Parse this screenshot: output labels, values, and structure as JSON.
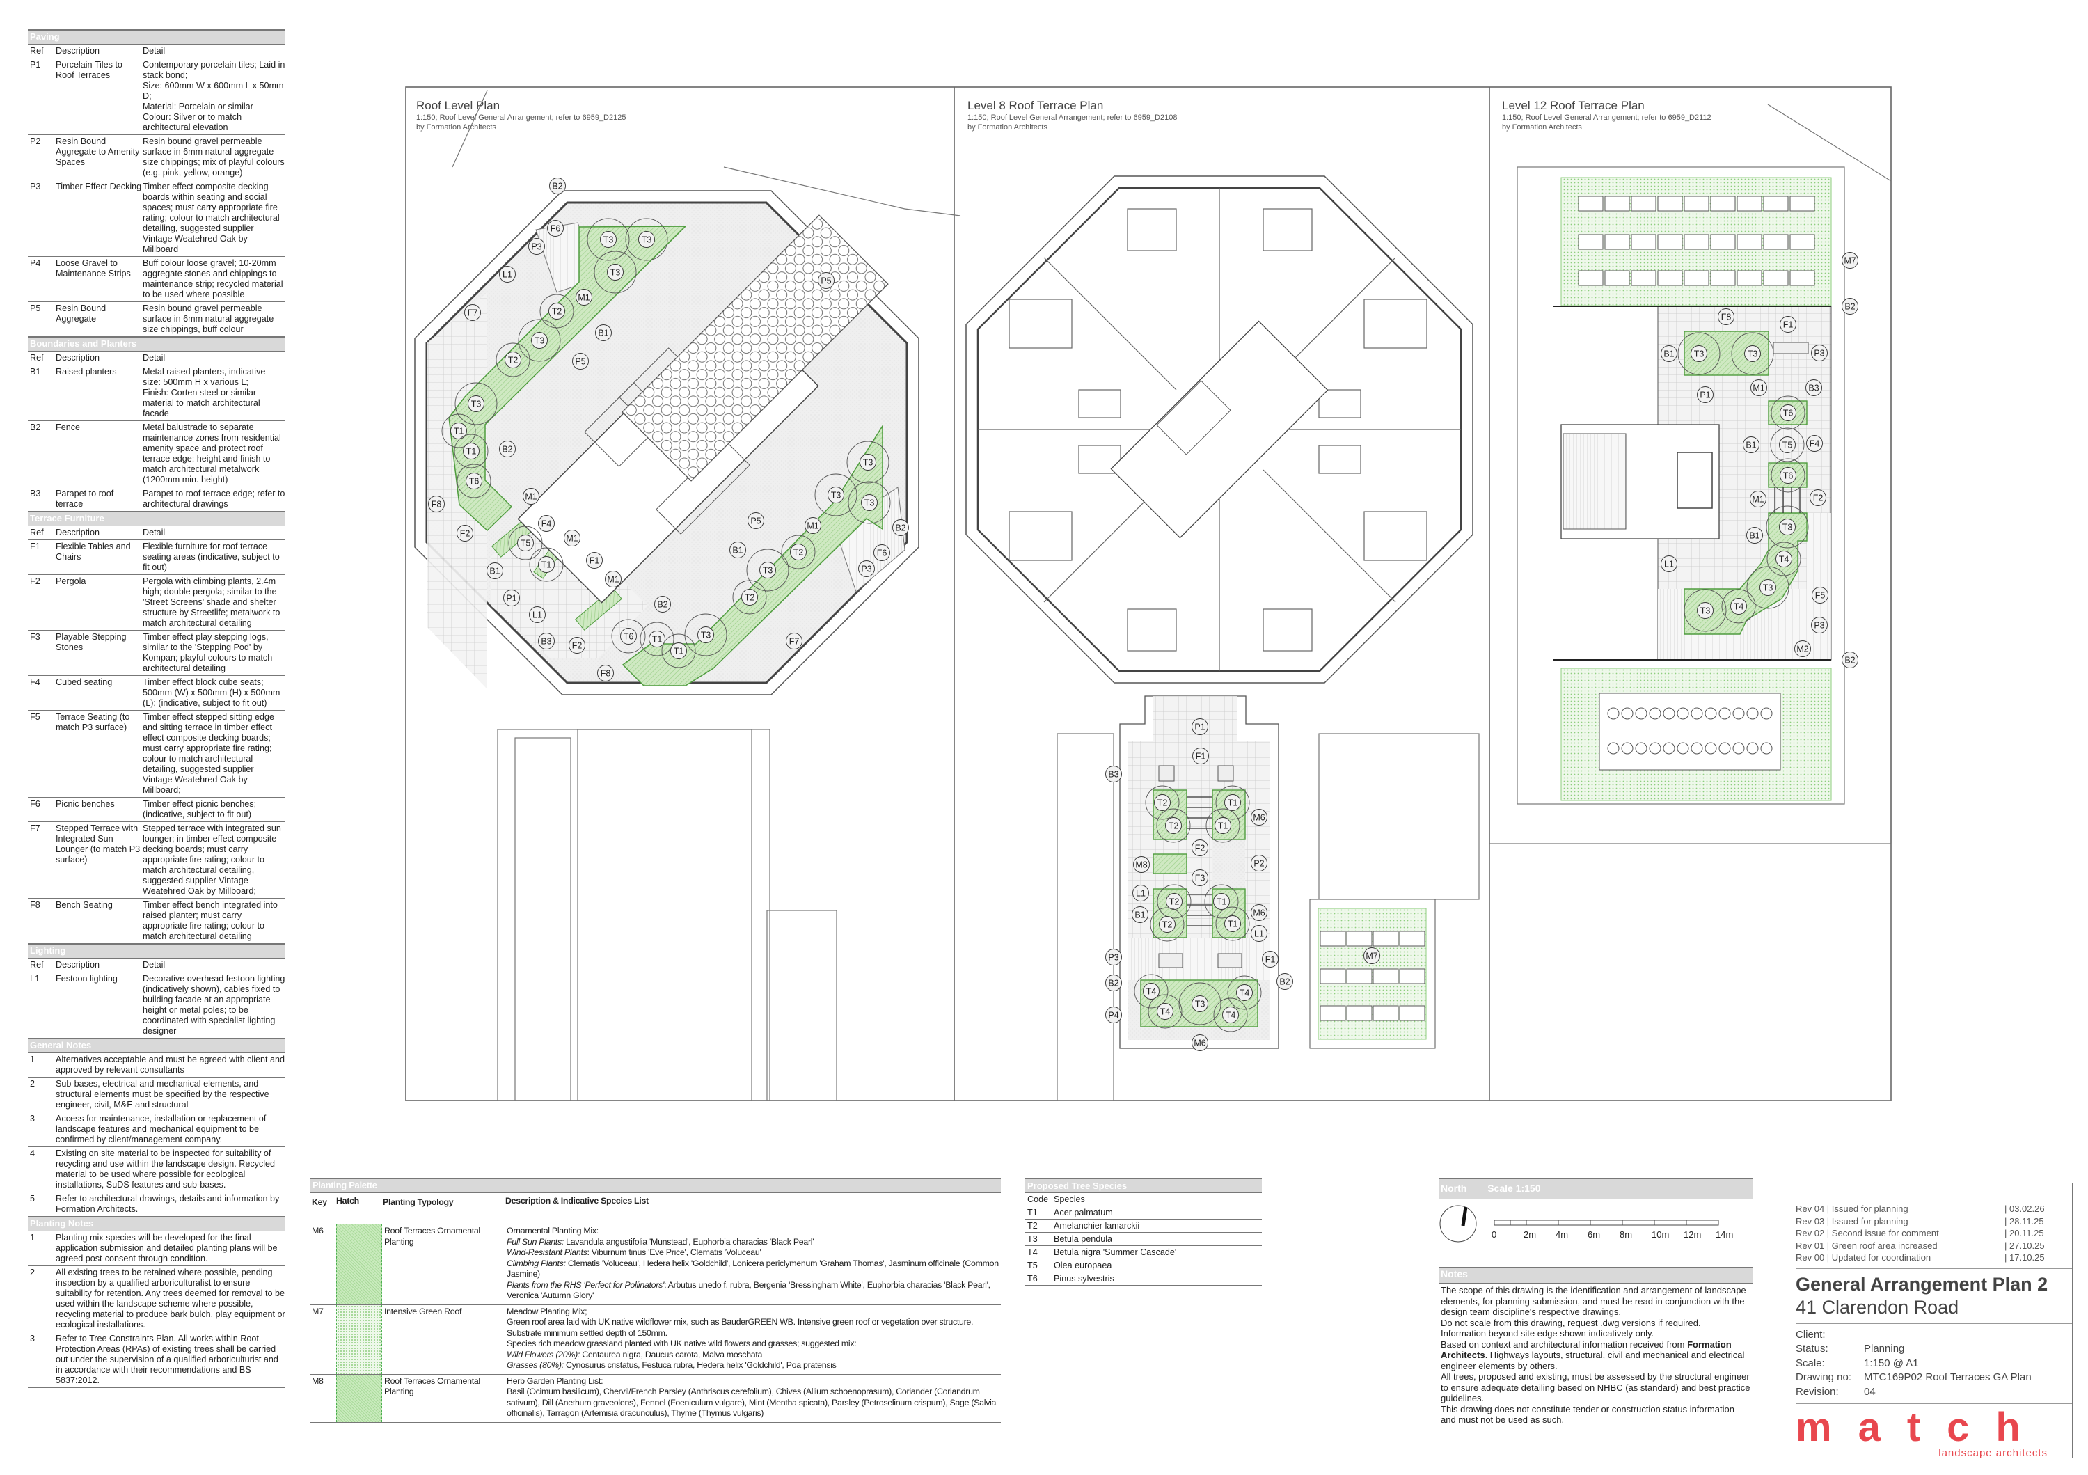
{
  "legend": {
    "sections": [
      {
        "title": "Paving",
        "headers": [
          "Ref",
          "Description",
          "Detail"
        ],
        "rows": [
          {
            "ref": "P1",
            "desc": "Porcelain Tiles to Roof Terraces",
            "detail": "Contemporary porcelain tiles; Laid in stack bond;\nSize: 600mm W x 600mm L x 50mm D;\nMaterial: Porcelain or similar\nColour: Silver or to match architectural elevation"
          },
          {
            "ref": "P2",
            "desc": "Resin Bound Aggregate to Amenity Spaces",
            "detail": "Resin bound gravel permeable surface in 6mm natural aggregate size chippings; mix of playful colours (e.g. pink, yellow, orange)"
          },
          {
            "ref": "P3",
            "desc": "Timber Effect Decking",
            "detail": "Timber effect composite decking boards within seating and social spaces; must carry appropriate fire rating; colour to match architectural detailing, suggested supplier Vintage Weatehred Oak by Millboard"
          },
          {
            "ref": "P4",
            "desc": "Loose Gravel to Maintenance Strips",
            "detail": "Buff colour loose gravel; 10-20mm aggregate stones and chippings to maintenance strip; recycled material to be used where possible"
          },
          {
            "ref": "P5",
            "desc": "Resin Bound Aggregate",
            "detail": "Resin bound gravel permeable surface in 6mm natural aggregate size chippings, buff colour"
          }
        ]
      },
      {
        "title": "Boundaries and Planters",
        "headers": [
          "Ref",
          "Description",
          "Detail"
        ],
        "rows": [
          {
            "ref": "B1",
            "desc": "Raised planters",
            "detail": "Metal raised planters, indicative size: 500mm H x various L;\nFinish: Corten steel or similar material to match architectural facade"
          },
          {
            "ref": "B2",
            "desc": "Fence",
            "detail": "Metal balustrade to separate maintenance zones from residential amenity space and protect roof terrace edge; height and finish to match architectural metalwork (1200mm min. height)"
          },
          {
            "ref": "B3",
            "desc": "Parapet to roof terrace",
            "detail": "Parapet to roof terrace edge; refer to architectural drawings"
          }
        ]
      },
      {
        "title": "Terrace Furniture",
        "headers": [
          "Ref",
          "Description",
          "Detail"
        ],
        "rows": [
          {
            "ref": "F1",
            "desc": "Flexible Tables and Chairs",
            "detail": "Flexible furniture for roof terrace seating areas (indicative, subject to fit out)"
          },
          {
            "ref": "F2",
            "desc": "Pergola",
            "detail": "Pergola with climbing plants, 2.4m high; double pergola; similar to the 'Street Screens' shade and shelter structure by Streetlife; metalwork to match architectural detailing"
          },
          {
            "ref": "F3",
            "desc": "Playable Stepping Stones",
            "detail": "Timber effect play stepping logs, similar to the 'Stepping Pod' by Kompan; playful colours to match architectural detailing"
          },
          {
            "ref": "F4",
            "desc": "Cubed seating",
            "detail": "Timber effect block cube seats; 500mm (W) x 500mm (H) x 500mm (L); (indicative, subject to fit out)"
          },
          {
            "ref": "F5",
            "desc": "Terrace Seating (to match P3 surface)",
            "detail": "Timber effect stepped sitting edge and sitting terrace in timber effect effect composite decking boards; must carry appropriate fire rating; colour to match architectural detailing, suggested supplier Vintage Weatehred Oak by Millboard;"
          },
          {
            "ref": "F6",
            "desc": "Picnic benches",
            "detail": "Timber effect picnic benches; (indicative, subject to fit out)"
          },
          {
            "ref": "F7",
            "desc": "Stepped Terrace with Integrated Sun Lounger (to match P3 surface)",
            "detail": "Stepped terrace with integrated sun lounger; in timber effect composite decking boards; must carry appropriate fire rating; colour to match architectural detailing, suggested supplier Vintage Weatehred Oak by Millboard;"
          },
          {
            "ref": "F8",
            "desc": "Bench Seating",
            "detail": "Timber effect bench integrated into raised planter;  must carry appropriate fire rating; colour to match architectural detailing"
          }
        ]
      },
      {
        "title": "Lighting",
        "headers": [
          "Ref",
          "Description",
          "Detail"
        ],
        "rows": [
          {
            "ref": "L1",
            "desc": "Festoon lighting",
            "detail": "Decorative overhead festoon lighting (indicatively shown), cables fixed to building facade at an appropriate height or metal poles; to be coordinated with specialist lighting designer"
          }
        ]
      },
      {
        "title": "General Notes",
        "notes": [
          {
            "ref": "1",
            "text": "Alternatives acceptable and must be agreed with client and approved by relevant consultants"
          },
          {
            "ref": "2",
            "text": "Sub-bases, electrical and mechanical elements, and structural elements must be specified by the respective engineer, civil, M&E and structural"
          },
          {
            "ref": "3",
            "text": "Access for maintenance, installation or replacement of landscape features and mechanical equipment to be confirmed by client/management company."
          },
          {
            "ref": "4",
            "text": "Existing on site material to be inspected for suitability of recycling and use within the landscape design. Recycled material to be used where possible for ecological installations, SuDS features and sub-bases."
          },
          {
            "ref": "5",
            "text": "Refer to architectural drawings, details and information by Formation Architects."
          }
        ]
      },
      {
        "title": "Planting Notes",
        "notes": [
          {
            "ref": "1",
            "text": "Planting mix species will be developed for the final application submission and detailed planting plans will be agreed post-consent through condition."
          },
          {
            "ref": "2",
            "text": "All existing trees to be retained where possible, pending inspection by a qualified arboriculturalist to ensure suitability for retention. Any trees deemed for removal to be  used within the landscape scheme where possible, recycling material to produce bark bulch, play equipment or ecological installations."
          },
          {
            "ref": "3",
            "text": "Refer to Tree Constraints Plan. All works within Root Protection Areas (RPAs) of existing trees shall be carried out under the supervision of a qualified arboriculturist and in accordance with their recommendations and BS 5837:2012."
          }
        ]
      }
    ]
  },
  "plans": [
    {
      "title": "Roof Level Plan",
      "subtitle": "1:150; Roof Level General Arrangement; refer to 6959_D2125",
      "credit": "by Formation Architects",
      "callouts": [
        "B2",
        "F6",
        "P3",
        "T3",
        "T3",
        "T3",
        "L1",
        "M1",
        "T2",
        "F7",
        "B1",
        "T3",
        "T2",
        "P5",
        "P5",
        "T3",
        "T1",
        "B2",
        "T1",
        "T6",
        "F8",
        "M1",
        "F2",
        "F4",
        "T5",
        "M1",
        "B1",
        "T1",
        "F1",
        "M1",
        "P1",
        "L1",
        "B2",
        "B3",
        "F2",
        "T6",
        "T1",
        "T1",
        "T3",
        "F8",
        "F7",
        "P5",
        "M1",
        "B1",
        "T2",
        "T3",
        "T2",
        "T3",
        "T3",
        "T3",
        "B2",
        "F6",
        "P3"
      ]
    },
    {
      "title": "Level 8 Roof Terrace Plan",
      "subtitle": "1:150; Roof Level General Arrangement; refer to 6959_D2108",
      "credit": "by Formation Architects",
      "callouts": [
        "P1",
        "F1",
        "B3",
        "T2",
        "T1",
        "M6",
        "T2",
        "T1",
        "F2",
        "M8",
        "P2",
        "F3",
        "L1",
        "T2",
        "T1",
        "B1",
        "M6",
        "T2",
        "T1",
        "L1",
        "P3",
        "F1",
        "B2",
        "B2",
        "T4",
        "T4",
        "T3",
        "T4",
        "T4",
        "P4",
        "M6",
        "M7"
      ]
    },
    {
      "title": "Level 12 Roof Terrace Plan",
      "subtitle": "1:150; Roof Level General Arrangement; refer to 6959_D2112",
      "credit": "by Formation Architects",
      "callouts": [
        "M7",
        "B2",
        "F8",
        "F1",
        "B1",
        "T3",
        "T3",
        "P3",
        "M1",
        "B3",
        "P1",
        "T6",
        "B1",
        "T5",
        "F4",
        "T6",
        "M1",
        "F2",
        "T3",
        "B1",
        "T4",
        "L1",
        "T3",
        "F5",
        "T4",
        "T3",
        "P3",
        "M2",
        "B2"
      ]
    }
  ],
  "palette": {
    "title": "Planting Palette",
    "headers": [
      "Key",
      "Hatch",
      "Planting Typology",
      "Description & Indicative Species List"
    ],
    "rows": [
      {
        "key": "M6",
        "typology": "Roof Terraces Ornamental Planting",
        "hatch": "diagonal",
        "lines": [
          {
            "em": "",
            "text": "Ornamental Planting Mix:"
          },
          {
            "em": "Full Sun Plants:",
            "text": " Lavandula angustifolia 'Munstead', Euphorbia characias 'Black Pearl'"
          },
          {
            "em": "Wind-Resistant Plants",
            "text": ": Viburnum tinus 'Eve Price', Clematis 'Voluceau'"
          },
          {
            "em": "Climbing Plants:",
            "text": " Clematis 'Voluceau', Hedera helix 'Goldchild', Lonicera periclymenum 'Graham Thomas', Jasminum officinale (Common Jasmine)"
          },
          {
            "em": "Plants from the RHS 'Perfect for Pollinators'",
            "text": ": Arbutus unedo f. rubra, Bergenia 'Bressingham White', Euphorbia characias 'Black Pearl', Veronica 'Autumn Glory'"
          }
        ]
      },
      {
        "key": "M7",
        "typology": "Intensive Green Roof",
        "hatch": "dots",
        "lines": [
          {
            "em": "",
            "text": "Meadow Planting Mix;"
          },
          {
            "em": "",
            "text": "Green roof area laid with UK native wildflower mix, such as BauderGREEN WB. Intensive green roof or vegetation over structure.  Substrate minimum settled depth of 150mm."
          },
          {
            "em": "",
            "text": "Species rich meadow grassland planted with UK native wild flowers and grasses; suggested mix:"
          },
          {
            "em": "Wild Flowers (20%):",
            "text": " Centaurea nigra, Daucus carota, Malva moschata"
          },
          {
            "em": "Grasses (80%):",
            "text": " Cynosurus cristatus, Festuca rubra, Hedera helix 'Goldchild', Poa pratensis"
          }
        ]
      },
      {
        "key": "M8",
        "typology": "Roof Terraces Ornamental Planting",
        "hatch": "diagonal",
        "lines": [
          {
            "em": "",
            "text": "Herb Garden Planting List:"
          },
          {
            "em": "",
            "text": "Basil (Ocimum basilicum), Chervil/French Parsley (Anthriscus cerefolium), Chives (Allium schoenoprasum), Coriander (Coriandrum sativum), Dill (Anethum graveolens), Fennel (Foeniculum vulgare), Mint (Mentha spicata), Parsley (Petroselinum crispum), Sage (Salvia officinalis), Tarragon (Artemisia dracunculus), Thyme (Thymus vulgaris)"
          }
        ]
      }
    ]
  },
  "trees": {
    "title": "Proposed Tree Species",
    "headers": [
      "Code",
      "Species"
    ],
    "rows": [
      {
        "code": "T1",
        "species": "Acer palmatum"
      },
      {
        "code": "T2",
        "species": "Amelanchier lamarckii"
      },
      {
        "code": "T3",
        "species": "Betula pendula"
      },
      {
        "code": "T4",
        "species": "Betula nigra 'Summer Cascade'"
      },
      {
        "code": "T5",
        "species": "Olea europaea"
      },
      {
        "code": "T6",
        "species": "Pinus sylvestris"
      }
    ]
  },
  "north": {
    "label": "North",
    "scale_label": "Scale 1:150",
    "ticks": [
      "0",
      "2m",
      "4m",
      "6m",
      "8m",
      "10m",
      "12m",
      "14m"
    ]
  },
  "notes": {
    "title": "Notes",
    "lines": [
      {
        "before": "The scope of this drawing is the identification and arrangement of landscape elements, for planning submission, and must be read in conjunction with the design team discipline's respective drawings.",
        "bold": "",
        "after": ""
      },
      {
        "before": "Do not scale from this drawing, request .dwg versions if required.",
        "bold": "",
        "after": ""
      },
      {
        "before": "Information beyond site edge shown indicatively only.",
        "bold": "",
        "after": ""
      },
      {
        "before": "Based on context and architectural information received from ",
        "bold": "Formation Architects",
        "after": ". Highways layouts, structural, civil and mechanical and electrical engineer elements by others."
      },
      {
        "before": "All trees, proposed and existing, must be assessed by the structural engineer to ensure adequate detailing based on NHBC (as standard) and best practice guidelines.",
        "bold": "",
        "after": ""
      },
      {
        "before": "This drawing does not constitute tender or construction status information and must not be used as such.",
        "bold": "",
        "after": ""
      }
    ]
  },
  "titleblock": {
    "revisions": [
      {
        "rev": "Rev 04 | Issued for planning",
        "date": "| 03.02.26"
      },
      {
        "rev": "Rev 03 | Issued for planning",
        "date": "| 28.11.25"
      },
      {
        "rev": "Rev 02 | Second issue for comment",
        "date": "| 20.11.25"
      },
      {
        "rev": "Rev 01 | Green roof area increased",
        "date": "| 27.10.25"
      },
      {
        "rev": "Rev 00 | Updated for coordination",
        "date": "| 17.10.25"
      }
    ],
    "title": "General Arrangement Plan 2",
    "project": "41 Clarendon Road",
    "fields": [
      {
        "label": "Client:",
        "value": ""
      },
      {
        "label": "Status:",
        "value": "Planning"
      },
      {
        "label": "Scale:",
        "value": "1:150 @ A1"
      },
      {
        "label": "Drawing no:",
        "value": "MTC169P02 Roof Terraces GA Plan"
      },
      {
        "label": "Revision:",
        "value": "04"
      }
    ],
    "logo": "match",
    "logo_sub": "landscape architects"
  },
  "colors": {
    "planting": "#cde8bf",
    "planting_stroke": "#4f9c3e",
    "logo": "#e8474e",
    "heading_bar": "#d9d9d9"
  }
}
